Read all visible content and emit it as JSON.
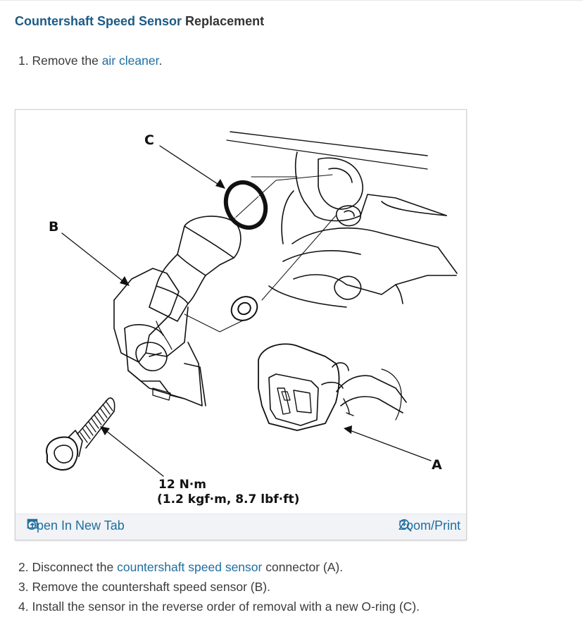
{
  "title": {
    "link": "Countershaft Speed Sensor",
    "rest": " Replacement"
  },
  "steps": [
    {
      "num": "1.",
      "pre": "Remove the ",
      "link": "air cleaner",
      "post": "."
    },
    {
      "num": "2.",
      "pre": "Disconnect the ",
      "link": "countershaft speed sensor",
      "post": " connector (A)."
    },
    {
      "num": "3.",
      "pre": "Remove the countershaft speed sensor (B).",
      "link": "",
      "post": ""
    },
    {
      "num": "4.",
      "pre": "Install the sensor in the reverse order of removal with a new O-ring (C).",
      "link": "",
      "post": ""
    }
  ],
  "figure": {
    "labels": {
      "a": "A",
      "b": "B",
      "c": "C"
    },
    "torque_line1": "12 N·m",
    "torque_line2": "(1.2 kgf·m, 8.7 lbf·ft)",
    "open_tab_label": "Open In New Tab",
    "zoom_label": "Zoom/Print",
    "open_tab_icon": "open-new-tab-icon",
    "zoom_icon": "zoom-in-icon"
  },
  "colors": {
    "link": "#1e6ea0",
    "title_link": "#1d5a85",
    "text": "#333333",
    "figure_bar": "#f1f3f6"
  }
}
